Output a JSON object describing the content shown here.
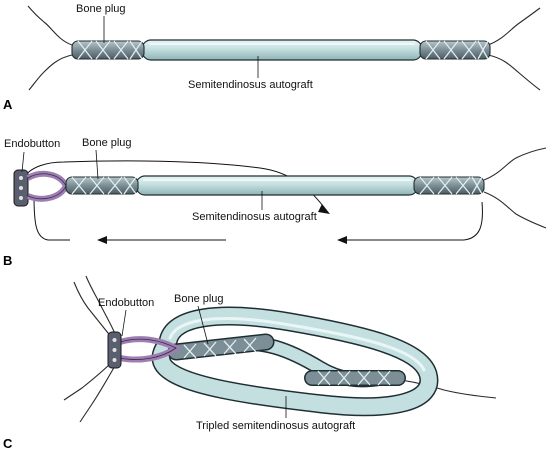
{
  "panels": {
    "a": {
      "letter": "A",
      "bone_plug_label": "Bone plug",
      "graft_label": "Semitendinosus autograft"
    },
    "b": {
      "letter": "B",
      "endobutton_label": "Endobutton",
      "bone_plug_label": "Bone plug",
      "graft_label": "Semitendinosus autograft"
    },
    "c": {
      "letter": "C",
      "endobutton_label": "Endobutton",
      "bone_plug_label": "Bone plug",
      "graft_label": "Tripled semitendinosus autograft"
    }
  },
  "colors": {
    "graft_fill": "#c4dfe0",
    "graft_highlight": "#e9f5f5",
    "graft_stroke": "#1f2e33",
    "braid_fill": "#7c8f96",
    "braid_stripe": "#d8e8ea",
    "endobutton_fill": "#9d7db2",
    "endobutton_body": "#5a5f70",
    "suture": "#2a2a2a"
  }
}
